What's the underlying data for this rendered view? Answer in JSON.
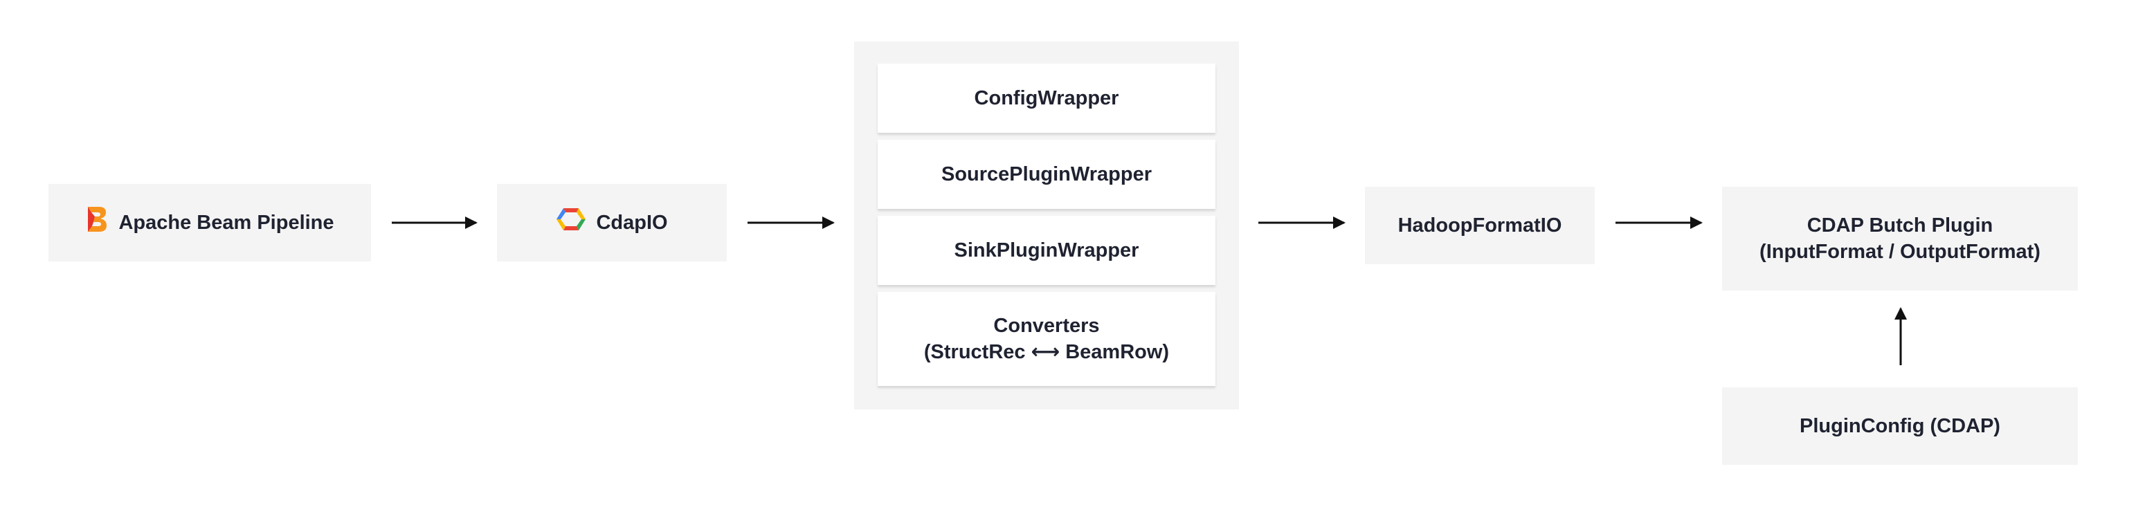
{
  "nodes": {
    "beam_pipeline": "Apache Beam Pipeline",
    "cdapio": "CdapIO",
    "config_wrapper": "ConfigWrapper",
    "source_plugin_wrapper": "SourcePluginWrapper",
    "sink_plugin_wrapper": "SinkPluginWrapper",
    "converters_line1": "Converters",
    "converters_line2": "(StructRec ⟷ BeamRow)",
    "hadoop_format_io": "HadoopFormatIO",
    "cdap_plugin_line1": "CDAP Butch Plugin",
    "cdap_plugin_line2": "(InputFormat / OutputFormat)",
    "plugin_config": "PluginConfig (CDAP)"
  },
  "icons": {
    "beam": "apache-beam-logo",
    "cdap": "cdap-hexagon-logo"
  },
  "colors": {
    "box_fill": "#f4f4f4",
    "text": "#1f2230",
    "arrow": "#111111"
  }
}
